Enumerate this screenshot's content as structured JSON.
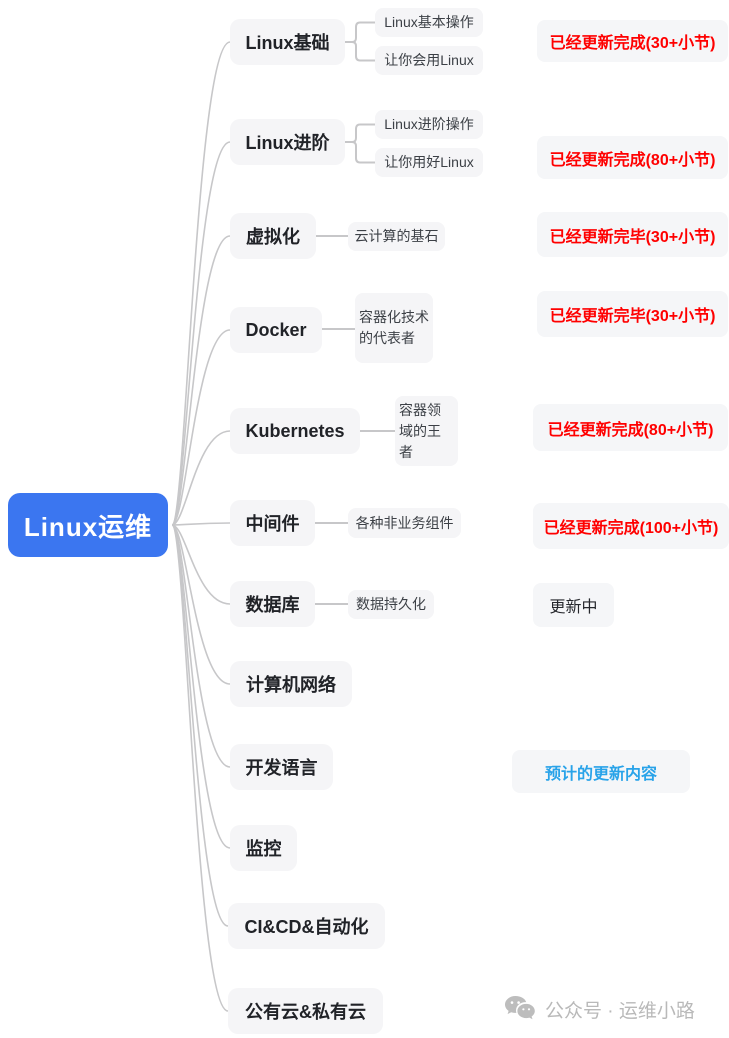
{
  "root": {
    "label": "Linux运维"
  },
  "branches": [
    {
      "label": "Linux基础",
      "children": [
        "Linux基本操作",
        "让你会用Linux"
      ],
      "status": {
        "text": "已经更新完成(30+小节)",
        "type": "done"
      }
    },
    {
      "label": "Linux进阶",
      "children": [
        "Linux进阶操作",
        "让你用好Linux"
      ],
      "status": {
        "text": "已经更新完成(80+小节)",
        "type": "done"
      }
    },
    {
      "label": "虚拟化",
      "children": [
        "云计算的基石"
      ],
      "status": {
        "text": "已经更新完毕(30+小节)",
        "type": "done"
      }
    },
    {
      "label": "Docker",
      "children": [
        "容器化技术的代表者"
      ],
      "status": {
        "text": "已经更新完毕(30+小节)",
        "type": "done"
      }
    },
    {
      "label": "Kubernetes",
      "children": [
        "容器领域的王者"
      ],
      "status": {
        "text": "已经更新完成(80+小节)",
        "type": "done"
      }
    },
    {
      "label": "中间件",
      "children": [
        "各种非业务组件"
      ],
      "status": {
        "text": "已经更新完成(100+小节)",
        "type": "done"
      }
    },
    {
      "label": "数据库",
      "children": [
        "数据持久化"
      ],
      "status": {
        "text": "更新中",
        "type": "in-progress"
      }
    },
    {
      "label": "计算机网络",
      "children": [],
      "status": null
    },
    {
      "label": "开发语言",
      "children": [],
      "status": {
        "text": "预计的更新内容",
        "type": "planned"
      }
    },
    {
      "label": "监控",
      "children": [],
      "status": null
    },
    {
      "label": "CI&CD&自动化",
      "children": [],
      "status": null
    },
    {
      "label": "公有云&私有云",
      "children": [],
      "status": null
    }
  ],
  "watermark": {
    "icon": "wechat-icon",
    "text": "公众号 · 运维小路"
  },
  "colors": {
    "root_bg": "#3b76f0",
    "node_bg": "#f5f5f7",
    "status_done": "#ff0000",
    "status_in_progress": "#26282d",
    "status_planned": "#29a3e9",
    "connector": "#c7c7c9"
  }
}
